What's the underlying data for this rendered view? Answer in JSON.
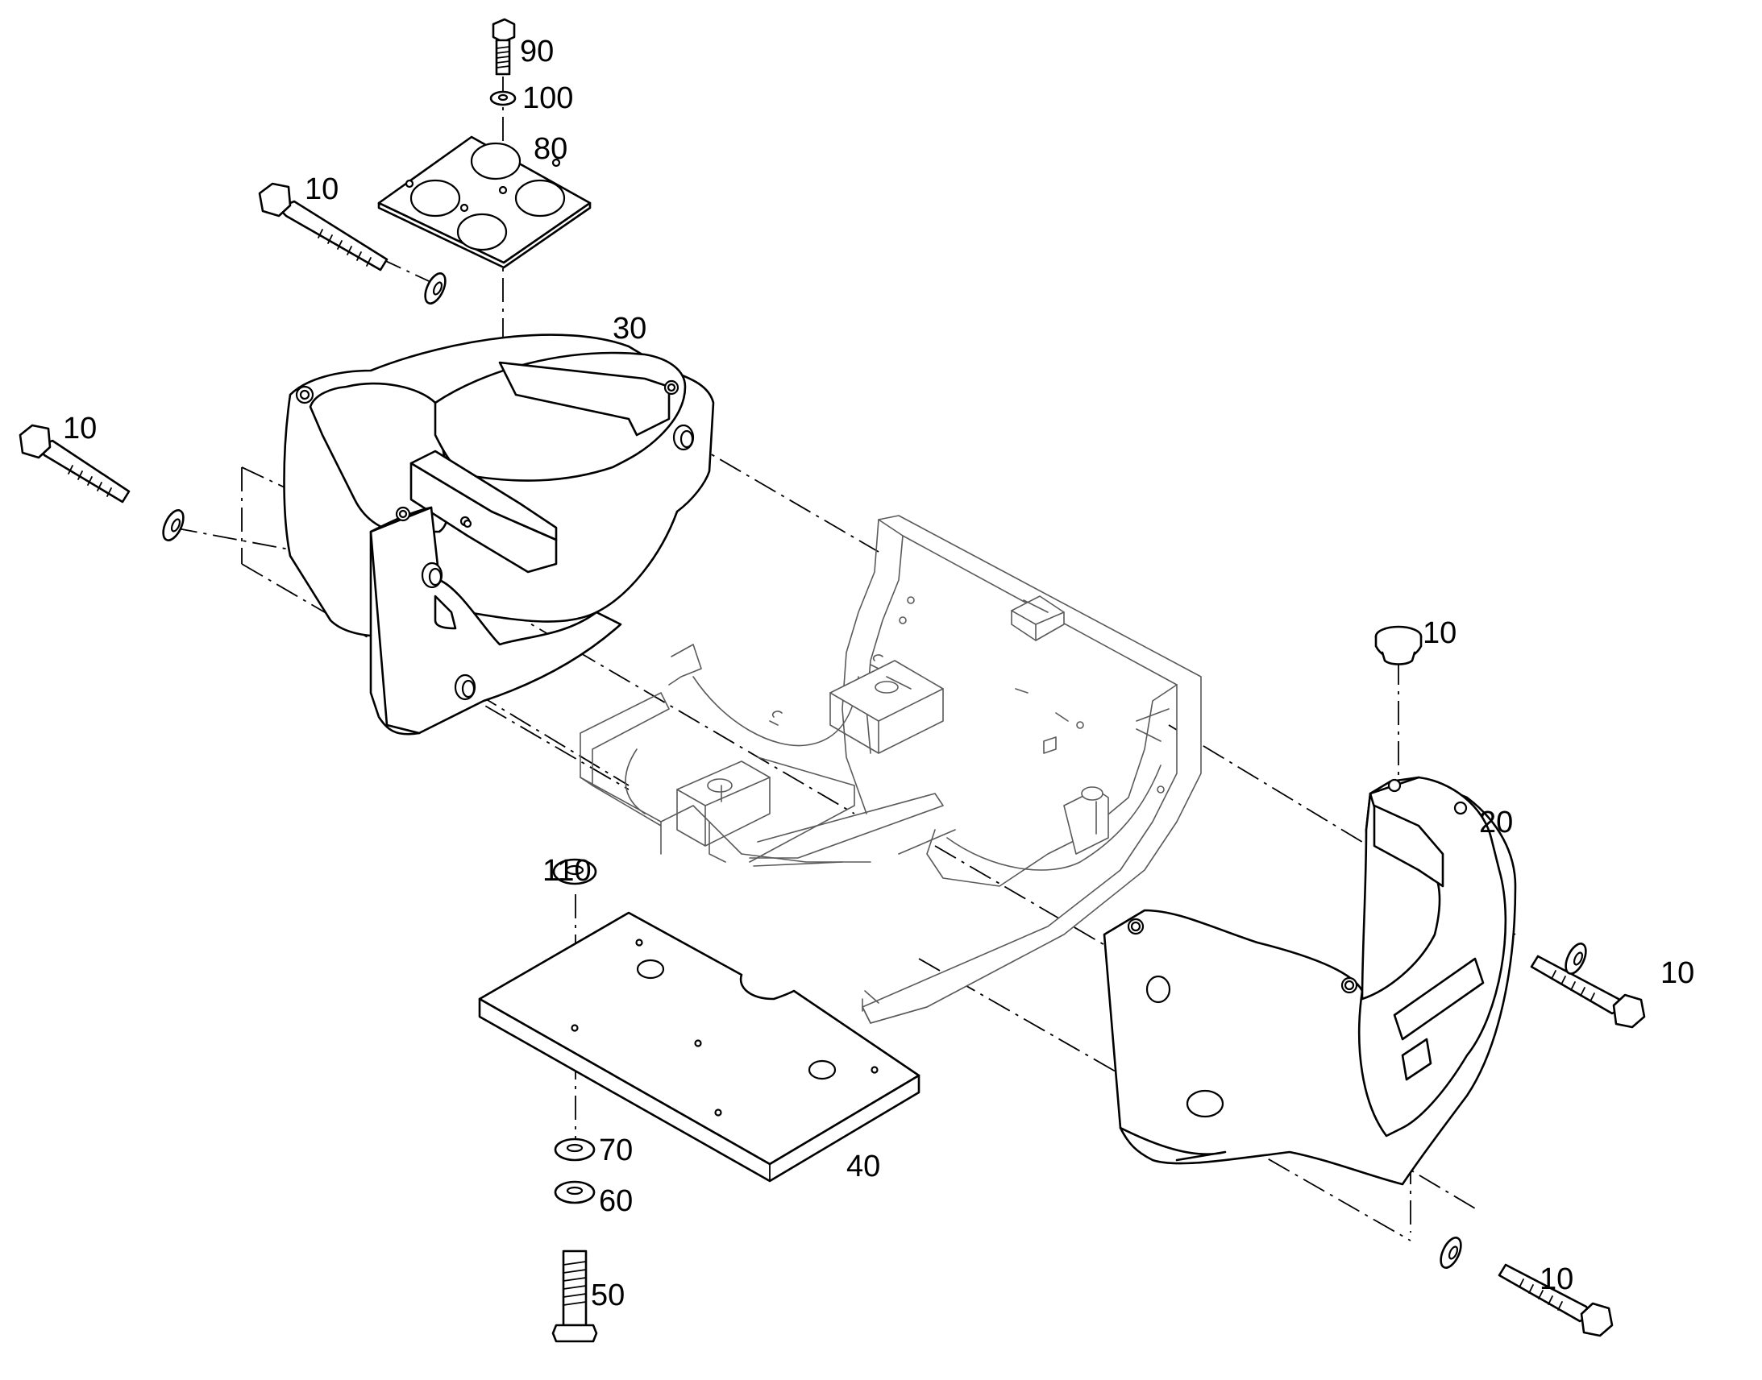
{
  "callouts": {
    "c90": "90",
    "c100": "100",
    "c80": "80",
    "c10_top_bolt": "10",
    "c30": "30",
    "c10_left_bolt": "10",
    "c10_plug": "10",
    "c20": "20",
    "c110": "110",
    "c10_right_bolt": "10",
    "c70": "70",
    "c40": "40",
    "c60": "60",
    "c50": "50",
    "c10_bottom_right_bolt": "10"
  },
  "colors": {
    "line": "#000000",
    "ghost_line": "#5a5a5a",
    "background": "#ffffff"
  }
}
